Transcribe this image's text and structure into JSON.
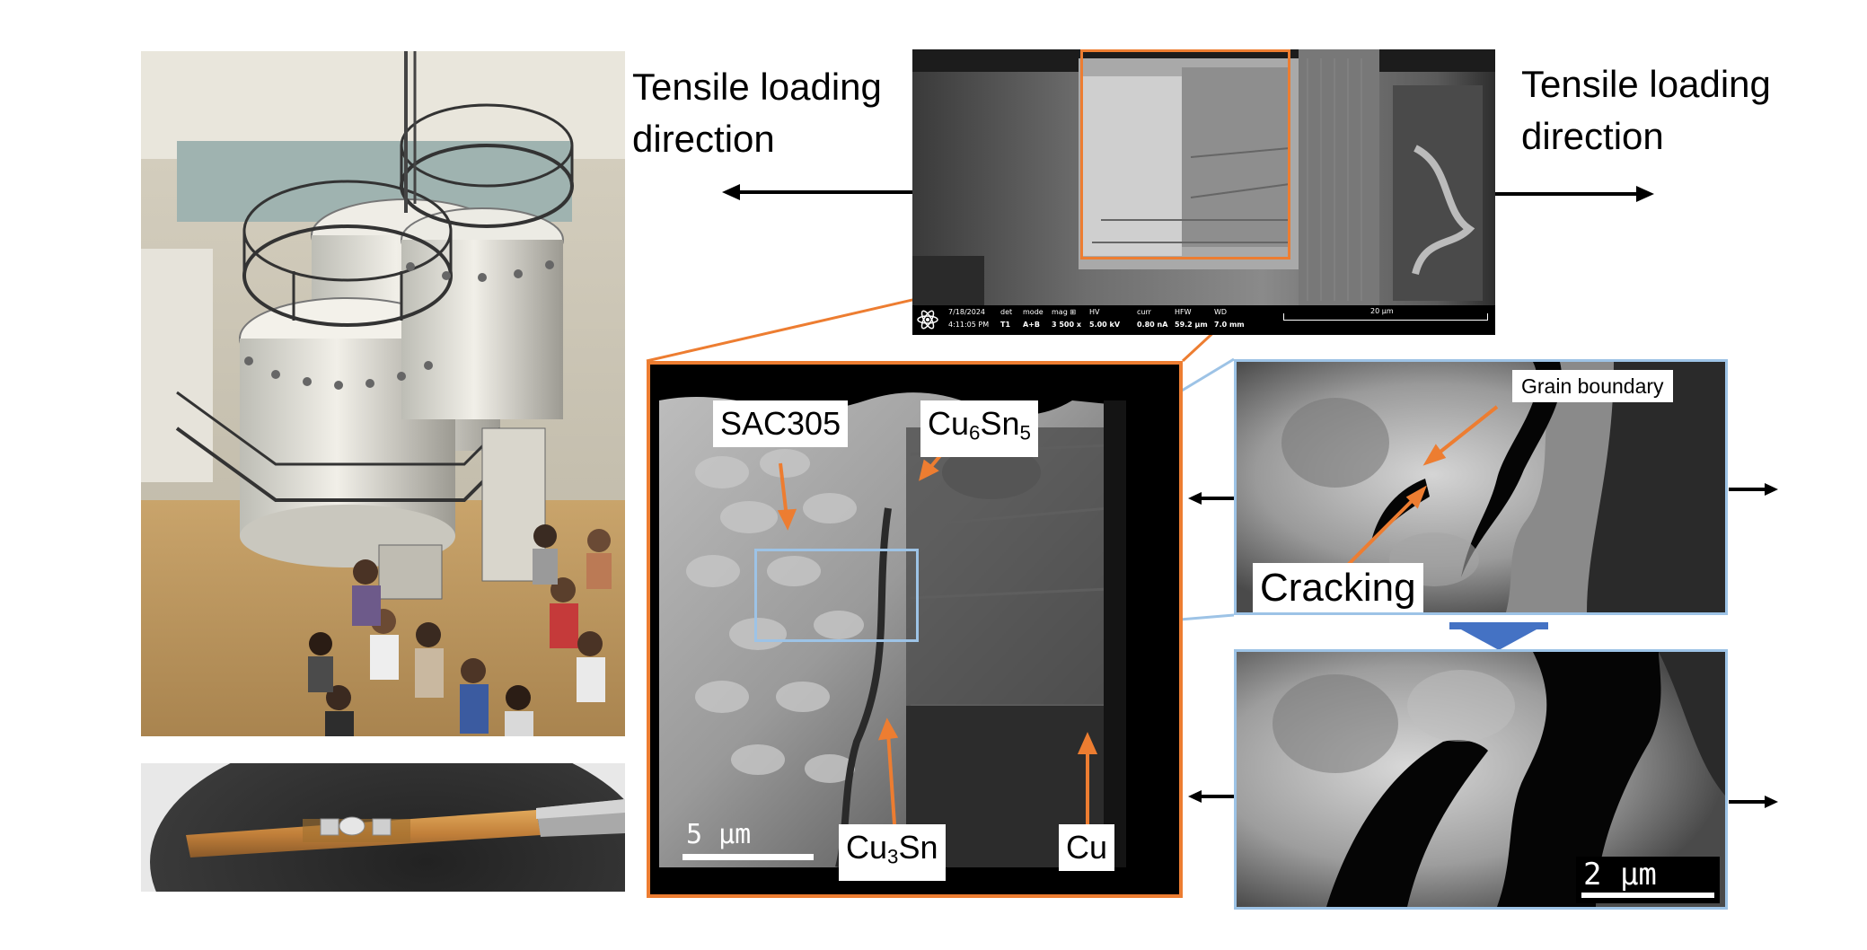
{
  "labels": {
    "tensile_left": [
      "Tensile loading",
      "direction"
    ],
    "tensile_right": [
      "Tensile loading",
      "direction"
    ],
    "sac305": "SAC305",
    "cu6sn5": {
      "base": "Cu",
      "sub1": "6",
      "mid": "Sn",
      "sub2": "5"
    },
    "cu3sn": {
      "base": "Cu",
      "sub1": "3",
      "mid": "Sn"
    },
    "cu": "Cu",
    "grain_boundary": "Grain boundary",
    "cracking": "Cracking",
    "scale_main": "5 µm",
    "scale_crack": "2 µm"
  },
  "sem_databar": {
    "date": "7/18/2024",
    "time": "4:11:05 PM",
    "det_label": "det",
    "det": "T1",
    "mode_label": "mode",
    "mode": "A+B",
    "mag_label": "mag ⊞",
    "mag": "3 500 x",
    "hv_label": "HV",
    "hv": "5.00 kV",
    "curr_label": "curr",
    "curr": "0.80 nA",
    "hfw_label": "HFW",
    "hfw": "59.2 µm",
    "wd_label": "WD",
    "wd": "7.0 mm",
    "scale": "20 µm"
  },
  "colors": {
    "orange": "#ED7D31",
    "light_blue": "#9DC3E6",
    "blue_arrow": "#4472C4",
    "black": "#000000"
  },
  "icons": [
    "atom-logo-icon",
    "arrow-left-icon",
    "arrow-right-icon",
    "down-arrow-icon"
  ]
}
